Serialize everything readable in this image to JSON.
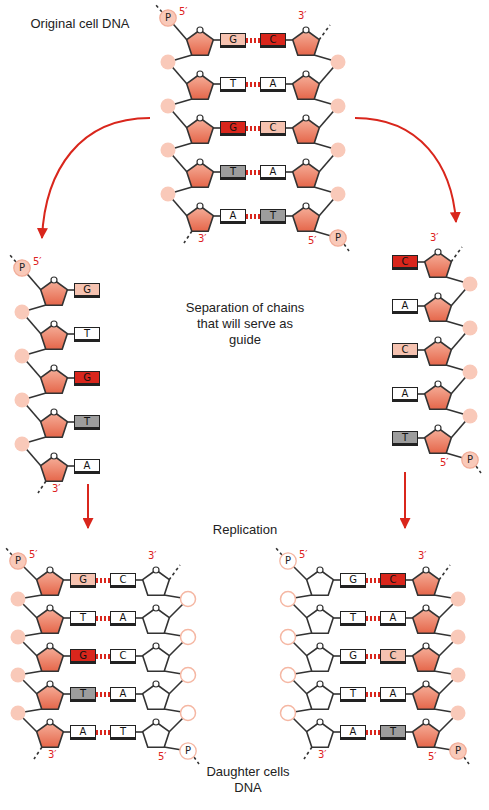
{
  "diagram": {
    "nodes": [
      {
        "text": [
          "P"
        ]
      },
      {
        "text": [
          "G"
        ]
      },
      {
        "text": [
          "C"
        ]
      },
      {
        "text": [
          "T"
        ]
      },
      {
        "text": [
          "A"
        ]
      },
      {
        "text": [
          "G"
        ]
      },
      {
        "text": [
          "C"
        ]
      },
      {
        "text": [
          "T"
        ]
      },
      {
        "text": [
          "A"
        ]
      },
      {
        "text": [
          "A"
        ]
      },
      {
        "text": [
          "T"
        ]
      },
      {
        "text": [
          "P"
        ]
      },
      {
        "text": [
          "P"
        ]
      },
      {
        "text": [
          "G"
        ]
      },
      {
        "text": [
          "T"
        ]
      },
      {
        "text": [
          "G"
        ]
      },
      {
        "text": [
          "T"
        ]
      },
      {
        "text": [
          "A"
        ]
      },
      {
        "text": [
          "C"
        ]
      },
      {
        "text": [
          "A"
        ]
      },
      {
        "text": [
          "C"
        ]
      },
      {
        "text": [
          "A"
        ]
      },
      {
        "text": [
          "T"
        ]
      },
      {
        "text": [
          "P"
        ]
      },
      {
        "text": [
          "P"
        ]
      },
      {
        "text": [
          "G"
        ]
      },
      {
        "text": [
          "C"
        ]
      },
      {
        "text": [
          "T"
        ]
      },
      {
        "text": [
          "A"
        ]
      },
      {
        "text": [
          "G"
        ]
      },
      {
        "text": [
          "C"
        ]
      },
      {
        "text": [
          "T"
        ]
      },
      {
        "text": [
          "A"
        ]
      },
      {
        "text": [
          "A"
        ]
      },
      {
        "text": [
          "T"
        ]
      },
      {
        "text": [
          "P"
        ]
      },
      {
        "text": [
          "P"
        ]
      },
      {
        "text": [
          "G"
        ]
      },
      {
        "text": [
          "C"
        ]
      },
      {
        "text": [
          "T"
        ]
      },
      {
        "text": [
          "A"
        ]
      },
      {
        "text": [
          "G"
        ]
      },
      {
        "text": [
          "C"
        ]
      },
      {
        "text": [
          "T"
        ]
      },
      {
        "text": [
          "A"
        ]
      },
      {
        "text": [
          "A"
        ]
      },
      {
        "text": [
          "T"
        ]
      },
      {
        "text": [
          "P"
        ]
      }
    ],
    "edges": [
      {
        "from": 1,
        "to": 2,
        "arrow": "none"
      },
      {
        "from": 3,
        "to": 4,
        "arrow": "none"
      },
      {
        "from": 5,
        "to": 6,
        "arrow": "none"
      },
      {
        "from": 7,
        "to": 8,
        "arrow": "none"
      },
      {
        "from": 9,
        "to": 10,
        "arrow": "none"
      },
      {
        "from": 25,
        "to": 26,
        "arrow": "none"
      },
      {
        "from": 27,
        "to": 28,
        "arrow": "none"
      },
      {
        "from": 29,
        "to": 30,
        "arrow": "none"
      },
      {
        "from": 31,
        "to": 32,
        "arrow": "none"
      },
      {
        "from": 33,
        "to": 34,
        "arrow": "none"
      },
      {
        "from": 37,
        "to": 38,
        "arrow": "none"
      },
      {
        "from": 39,
        "to": 40,
        "arrow": "none"
      },
      {
        "from": 41,
        "to": 42,
        "arrow": "none"
      },
      {
        "from": 43,
        "to": 44,
        "arrow": "none"
      },
      {
        "from": 45,
        "to": 46,
        "arrow": "none"
      }
    ],
    "labels": [
      "Original cell DNA",
      "5′",
      "3′",
      "3′",
      "5′",
      "Separation of chains that will serve as guide",
      "5′",
      "3′",
      "3′",
      "5′",
      "Replication",
      "5′",
      "3′",
      "3′",
      "5′",
      "5′",
      "3′",
      "3′",
      "5′",
      "Daughter cells DNA"
    ]
  }
}
